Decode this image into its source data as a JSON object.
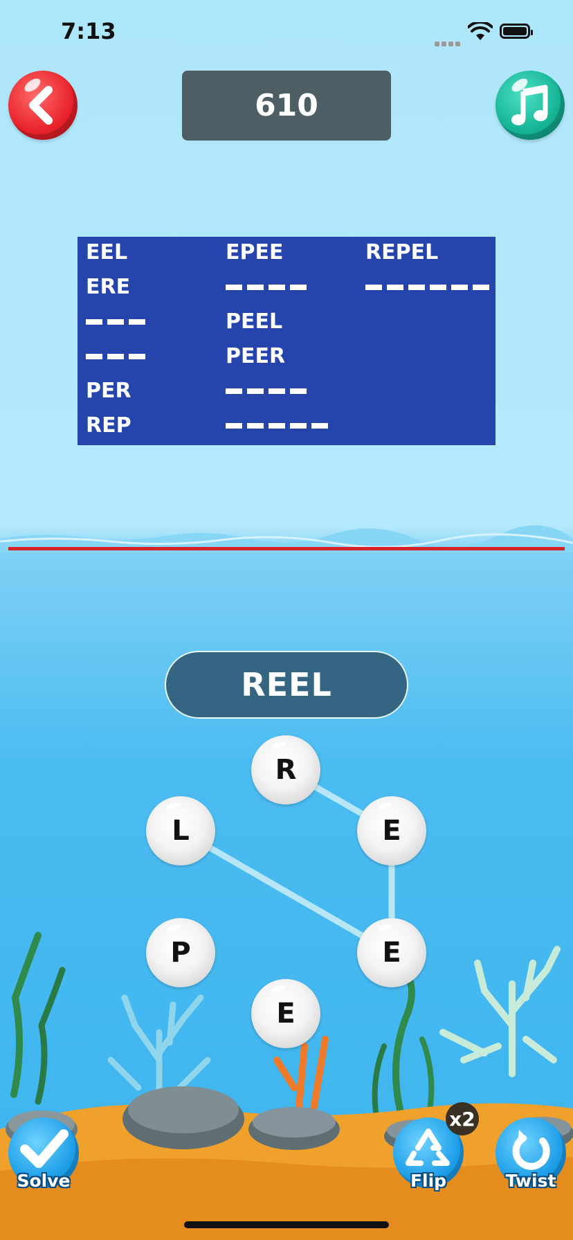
{
  "status_bar": {
    "time": "7:13"
  },
  "header": {
    "score": "610"
  },
  "colors": {
    "board": "#2545ad",
    "back_button": "#e8222a",
    "music_button": "#14b394",
    "score_box": "#4d5e64",
    "water_line": "#d8222a",
    "current_word_pill": "#346582"
  },
  "word_board": {
    "columns": [
      [
        {
          "text": "EEL",
          "revealed": true
        },
        {
          "text": "ERE",
          "revealed": true
        },
        {
          "text": "",
          "revealed": false,
          "length": 3
        },
        {
          "text": "",
          "revealed": false,
          "length": 3
        },
        {
          "text": "PER",
          "revealed": true
        },
        {
          "text": "REP",
          "revealed": true
        }
      ],
      [
        {
          "text": "EPEE",
          "revealed": true
        },
        {
          "text": "",
          "revealed": false,
          "length": 4
        },
        {
          "text": "PEEL",
          "revealed": true
        },
        {
          "text": "PEER",
          "revealed": true
        },
        {
          "text": "",
          "revealed": false,
          "length": 4
        },
        {
          "text": "",
          "revealed": false,
          "length": 5
        }
      ],
      [
        {
          "text": "REPEL",
          "revealed": true
        },
        {
          "text": "",
          "revealed": false,
          "length": 6
        }
      ]
    ]
  },
  "current_word": "REEL",
  "letter_wheel": {
    "letters": [
      "R",
      "E",
      "E",
      "E",
      "P",
      "L"
    ],
    "selected_path": [
      0,
      1,
      2,
      5
    ]
  },
  "actions": {
    "solve": "Solve",
    "flip": "Flip",
    "flip_count": "x2",
    "twist": "Twist"
  },
  "icons": {
    "back": "chevron-left-icon",
    "music": "music-note-icon",
    "solve": "checkmark-icon",
    "flip": "recycle-icon",
    "twist": "rotate-icon"
  }
}
